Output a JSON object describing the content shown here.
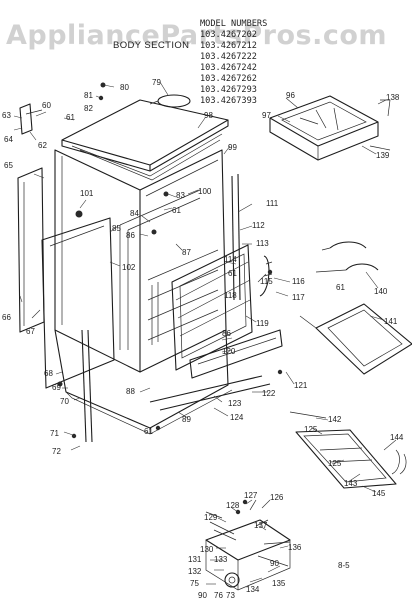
{
  "watermark": "AppliancePartsPros.com",
  "header": {
    "section_title": "BODY SECTION",
    "model_numbers_label": "MODEL NUMBERS",
    "models": [
      "103.4267202",
      "103.4267212",
      "103.4267222",
      "103.4267242",
      "103.4267262",
      "103.4267293",
      "103.4267393"
    ]
  },
  "page_code": "8-5",
  "callouts": [
    "60",
    "61",
    "62",
    "63",
    "64",
    "65",
    "66",
    "67",
    "68",
    "69",
    "70",
    "71",
    "72",
    "75",
    "76",
    "79",
    "80",
    "81",
    "82",
    "83",
    "84",
    "85",
    "86",
    "87",
    "88",
    "89",
    "90",
    "96",
    "97",
    "98",
    "99",
    "100",
    "101",
    "102",
    "111",
    "112",
    "113",
    "114",
    "115",
    "116",
    "117",
    "118",
    "119",
    "120",
    "121",
    "122",
    "123",
    "124",
    "125",
    "126",
    "127",
    "128",
    "129",
    "130",
    "131",
    "132",
    "133",
    "134",
    "135",
    "136",
    "137",
    "138",
    "139",
    "140",
    "141",
    "142",
    "143",
    "144",
    "145"
  ]
}
